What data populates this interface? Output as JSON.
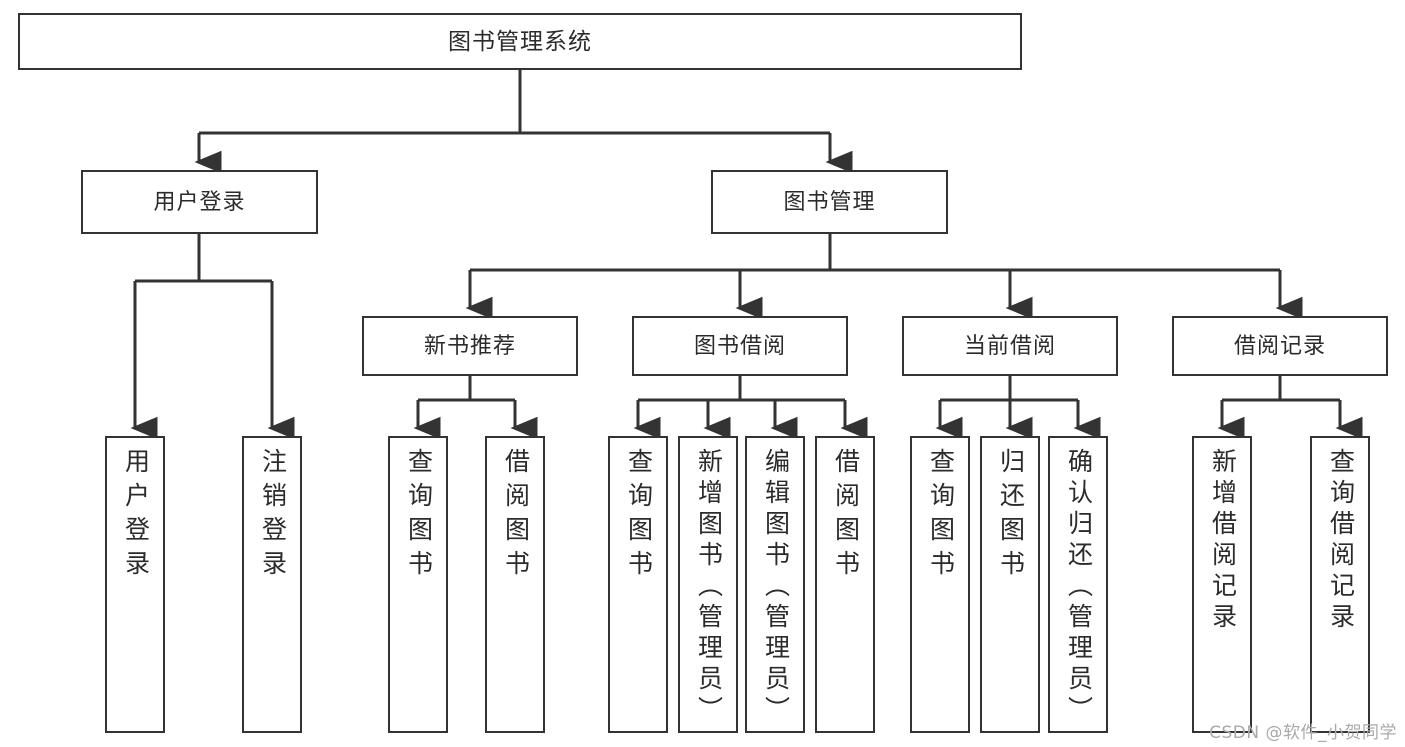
{
  "diagram": {
    "type": "tree-hierarchy",
    "title": "图书管理系统",
    "orientation": "top-down",
    "colors": {
      "box_border": "#333333",
      "box_fill": "#ffffff",
      "connector": "#333333",
      "text": "#2b2b2b",
      "watermark": "#a9a9a9"
    },
    "root": {
      "id": "root",
      "label": "图书管理系统"
    },
    "level2": [
      {
        "id": "user-login",
        "label": "用户登录"
      },
      {
        "id": "book-manage",
        "label": "图书管理"
      }
    ],
    "level3": [
      {
        "id": "new-book-rec",
        "label": "新书推荐",
        "parent": "book-manage"
      },
      {
        "id": "book-borrow",
        "label": "图书借阅",
        "parent": "book-manage"
      },
      {
        "id": "current-borrow",
        "label": "当前借阅",
        "parent": "book-manage"
      },
      {
        "id": "borrow-record",
        "label": "借阅记录",
        "parent": "book-manage"
      }
    ],
    "leaves": [
      {
        "id": "leaf-user-login",
        "label": "用户登录",
        "parent": "user-login"
      },
      {
        "id": "leaf-logout",
        "label": "注销登录",
        "parent": "user-login"
      },
      {
        "id": "leaf-query-book-1",
        "label": "查询图书",
        "parent": "new-book-rec"
      },
      {
        "id": "leaf-borrow-book-1",
        "label": "借阅图书",
        "parent": "new-book-rec"
      },
      {
        "id": "leaf-query-book-2",
        "label": "查询图书",
        "parent": "book-borrow"
      },
      {
        "id": "leaf-add-book",
        "label": "新增图书（管理员）",
        "parent": "book-borrow"
      },
      {
        "id": "leaf-edit-book",
        "label": "编辑图书（管理员）",
        "parent": "book-borrow"
      },
      {
        "id": "leaf-borrow-book-2",
        "label": "借阅图书",
        "parent": "book-borrow"
      },
      {
        "id": "leaf-query-book-3",
        "label": "查询图书",
        "parent": "current-borrow"
      },
      {
        "id": "leaf-return-book",
        "label": "归还图书",
        "parent": "current-borrow"
      },
      {
        "id": "leaf-confirm-return",
        "label": "确认归还（管理员）",
        "parent": "current-borrow"
      },
      {
        "id": "leaf-add-record",
        "label": "新增借阅记录",
        "parent": "borrow-record"
      },
      {
        "id": "leaf-query-record",
        "label": "查询借阅记录",
        "parent": "borrow-record"
      }
    ]
  },
  "watermark": {
    "text": "CSDN @软件_小贺同学"
  }
}
